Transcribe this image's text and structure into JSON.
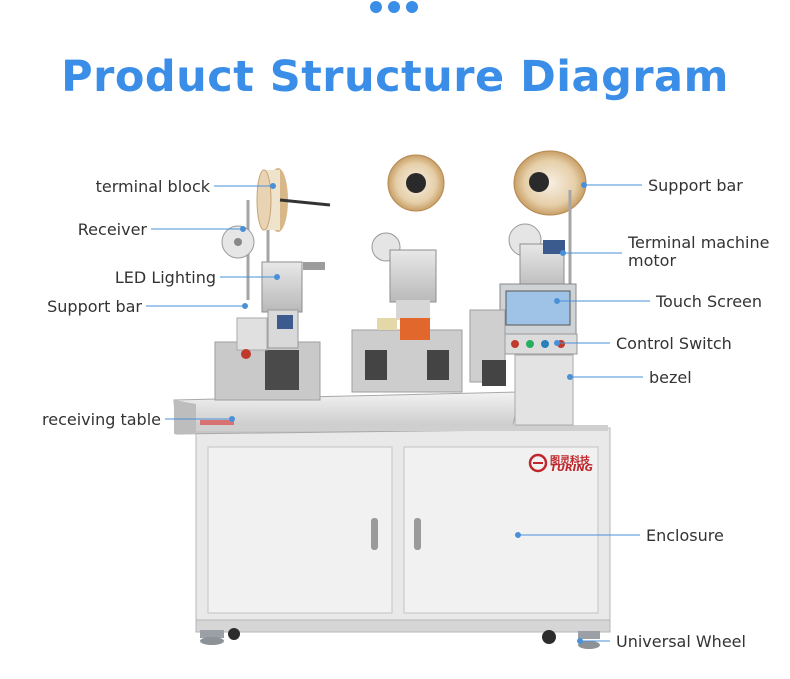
{
  "header": {
    "title": "Product Structure Diagram"
  },
  "brand": {
    "name_cn": "图灵科技",
    "name_en": "TURING"
  },
  "labels": {
    "terminal_block": "terminal block",
    "receiver": "Receiver",
    "led_lighting": "LED Lighting",
    "support_bar_left": "Support bar",
    "receiving_table": "receiving table",
    "support_bar_right": "Support bar",
    "terminal_machine_motor": "Terminal machine\nmotor",
    "touch_screen": "Touch Screen",
    "control_switch": "Control Switch",
    "bezel": "bezel",
    "enclosure": "Enclosure",
    "universal_wheel": "Universal Wheel"
  },
  "colors": {
    "title": "#3a8ee8",
    "leader": "#4a90d9",
    "label_text": "#333333"
  }
}
